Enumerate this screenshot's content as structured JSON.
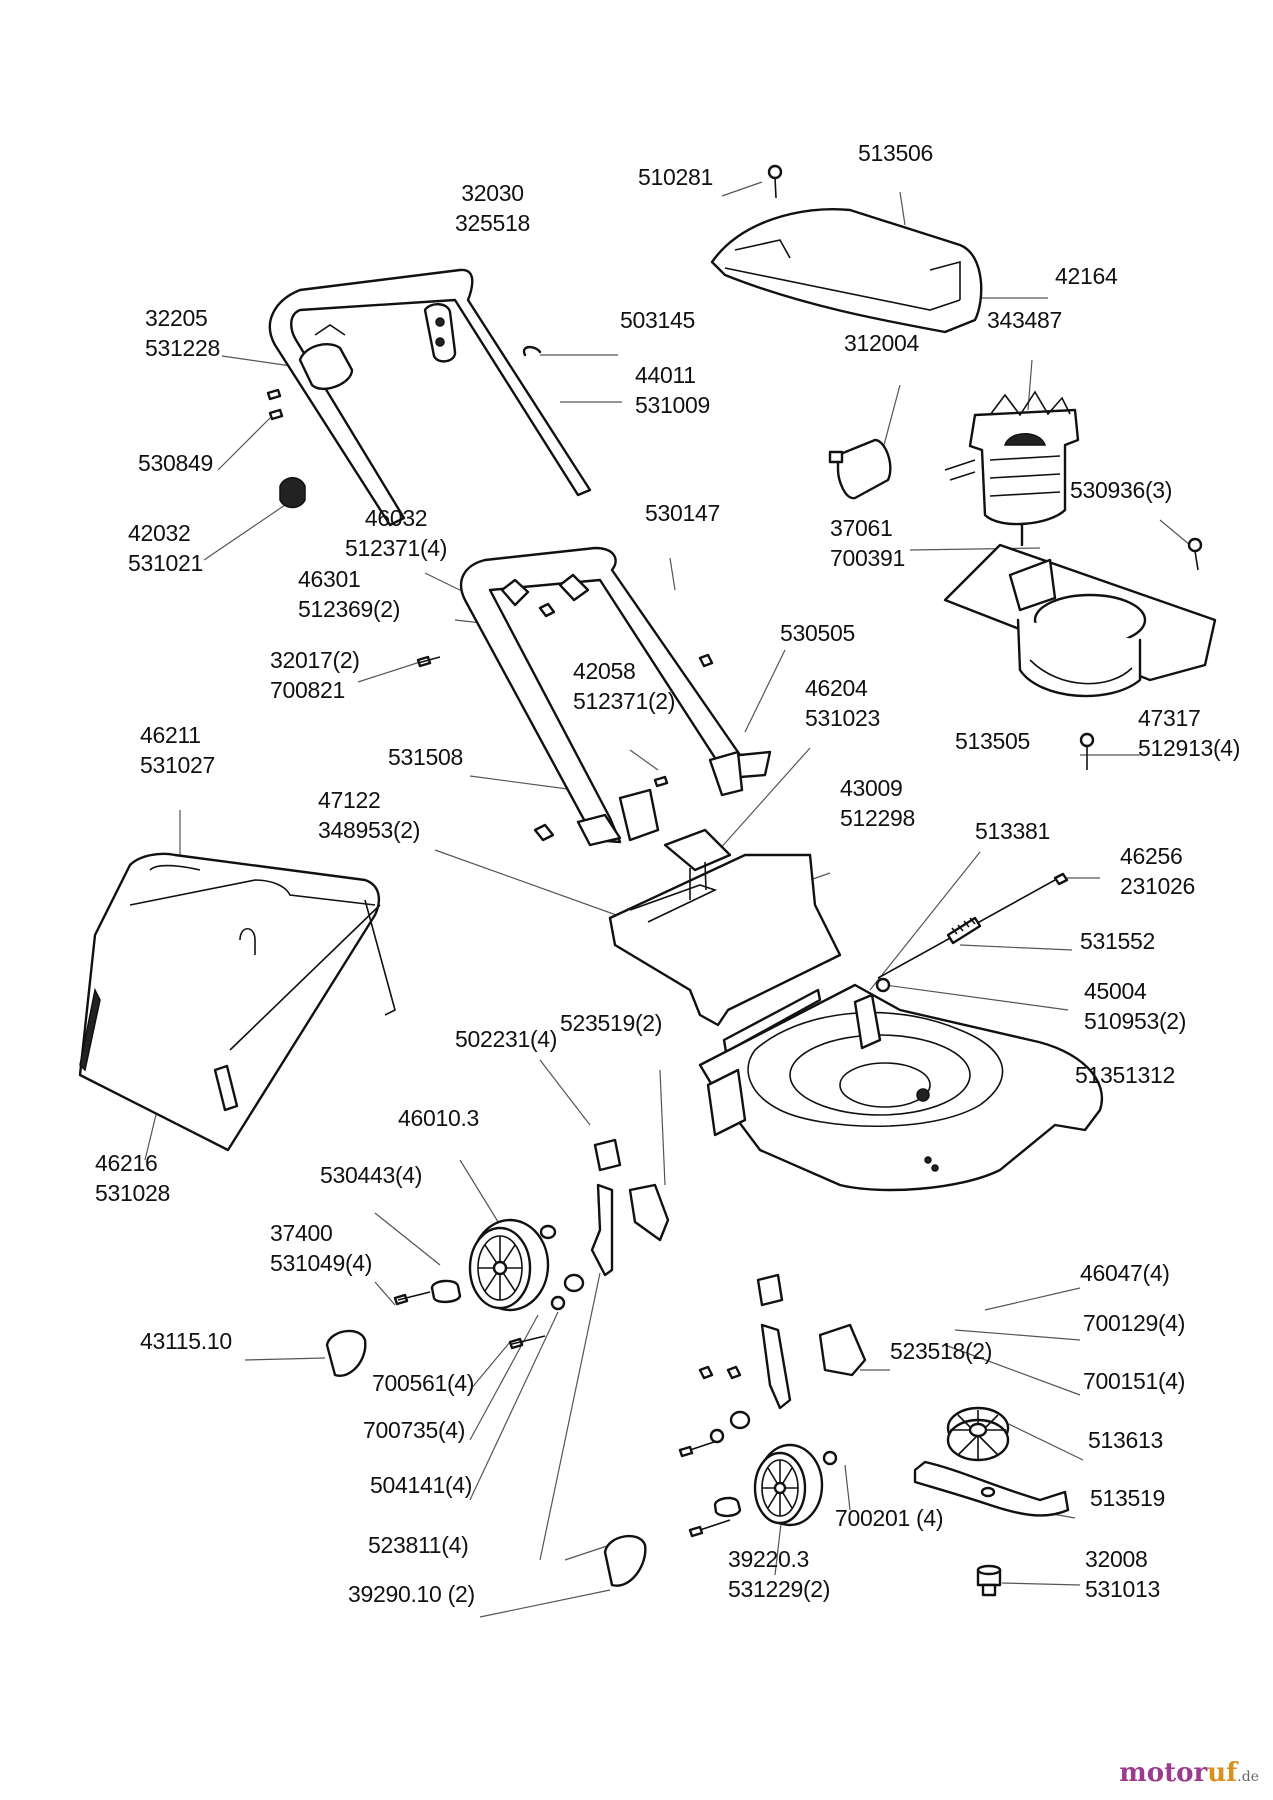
{
  "labels": {
    "l01": {
      "lines": [
        "510281"
      ]
    },
    "l02": {
      "lines": [
        "513506"
      ]
    },
    "l03": {
      "lines": [
        "32030",
        "325518"
      ]
    },
    "l04": {
      "lines": [
        "42164"
      ]
    },
    "l05": {
      "lines": [
        "32205",
        "531228"
      ]
    },
    "l06": {
      "lines": [
        "503145"
      ]
    },
    "l07": {
      "lines": [
        "343487"
      ]
    },
    "l08": {
      "lines": [
        "312004"
      ]
    },
    "l09": {
      "lines": [
        "44011",
        "531009"
      ]
    },
    "l10": {
      "lines": [
        "530849"
      ]
    },
    "l11": {
      "lines": [
        "530936(3)"
      ]
    },
    "l12": {
      "lines": [
        "42032",
        "531021"
      ]
    },
    "l13": {
      "lines": [
        "46032",
        "512371(4)"
      ]
    },
    "l14": {
      "lines": [
        "530147"
      ]
    },
    "l15": {
      "lines": [
        "37061",
        "700391"
      ]
    },
    "l16": {
      "lines": [
        "46301",
        "512369(2)"
      ]
    },
    "l17": {
      "lines": [
        "530505"
      ]
    },
    "l18": {
      "lines": [
        "32017(2)",
        "700821"
      ]
    },
    "l19": {
      "lines": [
        "42058",
        "512371(2)"
      ]
    },
    "l20": {
      "lines": [
        "46204",
        "531023"
      ]
    },
    "l21": {
      "lines": [
        "47317",
        "512913(4)"
      ]
    },
    "l22": {
      "lines": [
        "513505"
      ]
    },
    "l23": {
      "lines": [
        "46211",
        "531027"
      ]
    },
    "l24": {
      "lines": [
        "531508"
      ]
    },
    "l25": {
      "lines": [
        "47122",
        "348953(2)"
      ]
    },
    "l26": {
      "lines": [
        "43009",
        "512298"
      ]
    },
    "l27": {
      "lines": [
        "513381"
      ]
    },
    "l28": {
      "lines": [
        "46256",
        "231026"
      ]
    },
    "l29": {
      "lines": [
        "531552"
      ]
    },
    "l30": {
      "lines": [
        "45004",
        "510953(2)"
      ]
    },
    "l31": {
      "lines": [
        "502231(4)"
      ]
    },
    "l32": {
      "lines": [
        "523519(2)"
      ]
    },
    "l33": {
      "lines": [
        "51351312"
      ]
    },
    "l34": {
      "lines": [
        "46010.3"
      ]
    },
    "l35": {
      "lines": [
        "46216",
        "531028"
      ]
    },
    "l36": {
      "lines": [
        "530443(4)"
      ]
    },
    "l37": {
      "lines": [
        "37400",
        "531049(4)"
      ]
    },
    "l38": {
      "lines": [
        "46047(4)"
      ]
    },
    "l39": {
      "lines": [
        "700129(4)"
      ]
    },
    "l40": {
      "lines": [
        "43115.10"
      ]
    },
    "l41": {
      "lines": [
        "523518(2)"
      ]
    },
    "l42": {
      "lines": [
        "700151(4)"
      ]
    },
    "l43": {
      "lines": [
        "700561(4)"
      ]
    },
    "l44": {
      "lines": [
        "700735(4)"
      ]
    },
    "l45": {
      "lines": [
        "513613"
      ]
    },
    "l46": {
      "lines": [
        "504141(4)"
      ]
    },
    "l47": {
      "lines": [
        "513519"
      ]
    },
    "l48": {
      "lines": [
        "700201 (4)"
      ]
    },
    "l49": {
      "lines": [
        "523811(4)"
      ]
    },
    "l50": {
      "lines": [
        "32008",
        "531013"
      ]
    },
    "l51": {
      "lines": [
        "39220.3",
        "531229(2)"
      ]
    },
    "l52": {
      "lines": [
        "39290.10 (2)"
      ]
    }
  },
  "brand": {
    "main": "motor",
    "accent": "uf",
    "suffix": ".de"
  },
  "colors": {
    "brand_main": "#9a3b8e",
    "brand_accent": "#d9901c",
    "line": "#111111"
  }
}
